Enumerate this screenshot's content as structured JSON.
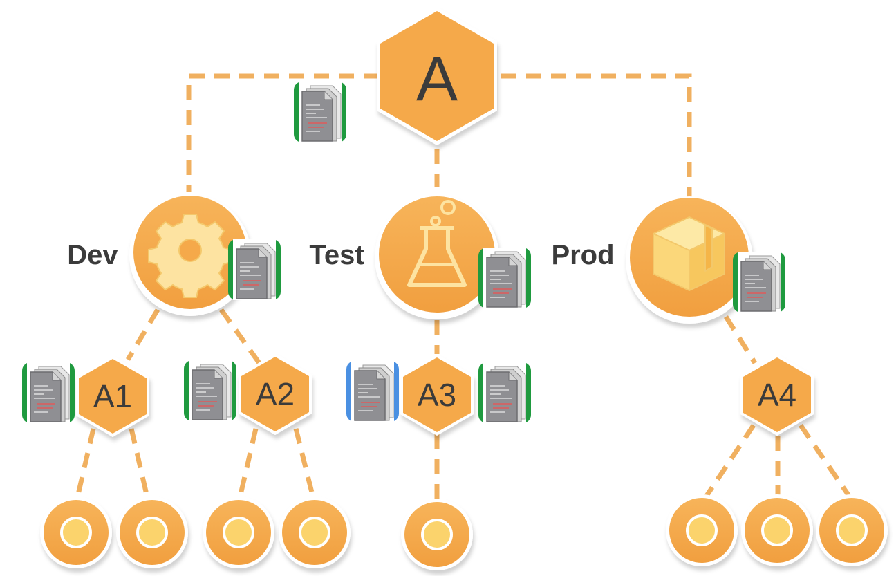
{
  "colors": {
    "orange": "#f5a94a",
    "orange_dark": "#e9983a",
    "connector": "#f0b060",
    "label_text": "#3b3b3b",
    "doc_border_green": "#1f9a3f",
    "doc_border_blue": "#4a90e2",
    "leaf_center": "#fbd36c"
  },
  "root": {
    "label": "A",
    "icon": "document-icon-green"
  },
  "environments": [
    {
      "id": "dev",
      "label": "Dev",
      "icon": "gear-icon",
      "doc": "document-icon-green"
    },
    {
      "id": "test",
      "label": "Test",
      "icon": "flask-icon",
      "doc": "document-icon-green"
    },
    {
      "id": "prod",
      "label": "Prod",
      "icon": "box-icon",
      "doc": "document-icon-green"
    }
  ],
  "apps": [
    {
      "id": "a1",
      "label": "A1",
      "parent": "dev",
      "docs_left": [
        "green"
      ],
      "docs_right": [],
      "leaves": 2
    },
    {
      "id": "a2",
      "label": "A2",
      "parent": "dev",
      "docs_left": [
        "green"
      ],
      "docs_right": [],
      "leaves": 2
    },
    {
      "id": "a3",
      "label": "A3",
      "parent": "test",
      "docs_left": [
        "blue"
      ],
      "docs_right": [
        "green"
      ],
      "leaves": 1
    },
    {
      "id": "a4",
      "label": "A4",
      "parent": "prod",
      "docs_left": [],
      "docs_right": [],
      "leaves": 3
    }
  ]
}
